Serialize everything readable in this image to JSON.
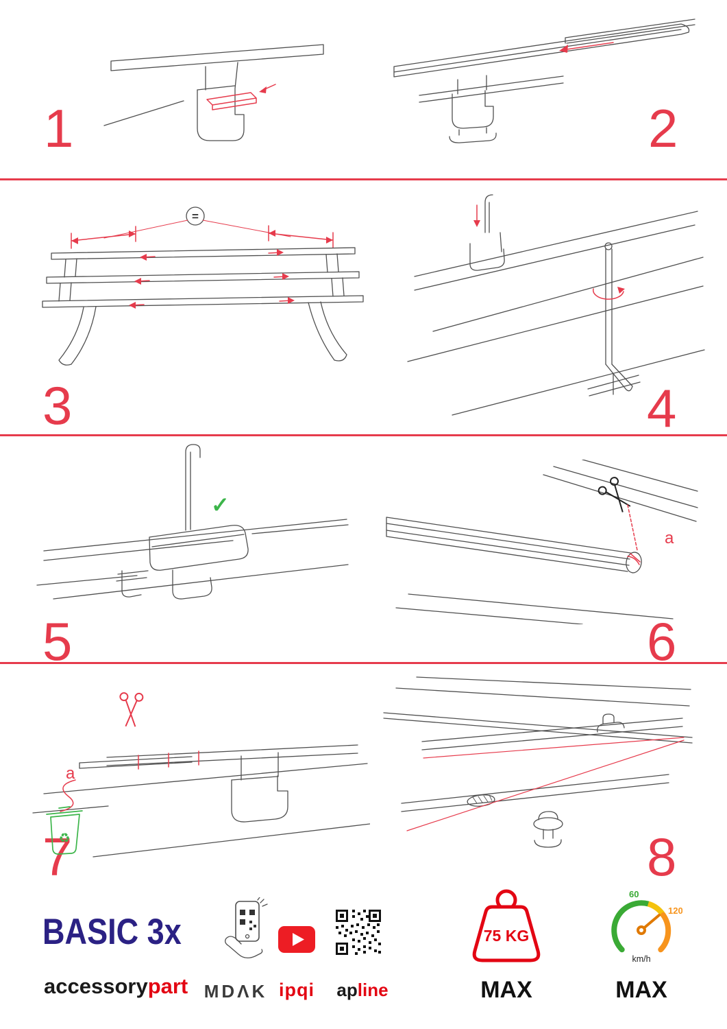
{
  "steps": {
    "s1": {
      "number": "1"
    },
    "s2": {
      "number": "2"
    },
    "s3": {
      "number": "3",
      "equal_sign": "="
    },
    "s4": {
      "number": "4"
    },
    "s5": {
      "number": "5",
      "check_mark": "✓"
    },
    "s6": {
      "number": "6",
      "cut_label": "a"
    },
    "s7": {
      "number": "7",
      "cut_label": "a",
      "recycle_mark": "♻"
    },
    "s8": {
      "number": "8"
    }
  },
  "footer": {
    "product_name": "BASIC 3x",
    "brand_black": "accessory",
    "brand_red": "part",
    "mdak_logo": "MDΛK",
    "ipqi_logo": "ipqi",
    "apline_black": "ap",
    "apline_red": "line",
    "weight_limit": "75 KG",
    "weight_max_label": "MAX",
    "speed_60": "60",
    "speed_120": "120",
    "speed_unit": "km/h",
    "speed_max_label": "MAX"
  },
  "icons": {
    "scissors": "✂",
    "check": "✓",
    "recycle": "♻",
    "equal": "="
  },
  "colors": {
    "accent_red": "#e63b4c",
    "logo_red": "#e30613",
    "brand_blue": "#2b2184",
    "eco_green": "#3cb54a",
    "gauge_green": "#3aaa35",
    "gauge_orange": "#f7941d",
    "drawing_gray": "#4f4f4f"
  }
}
